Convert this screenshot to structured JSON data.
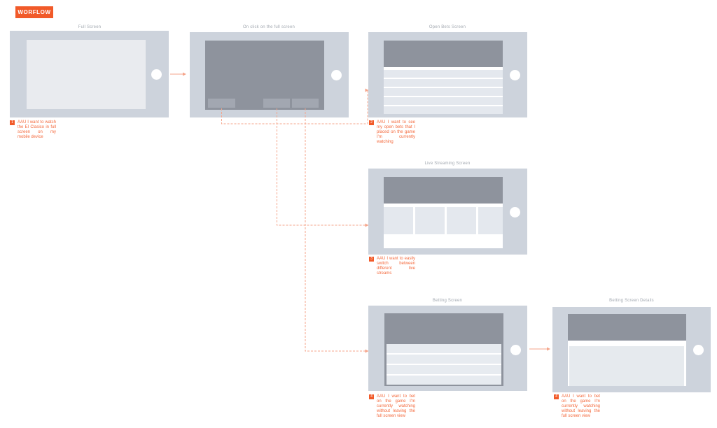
{
  "page": {
    "badge": "WORFLOW"
  },
  "colors": {
    "accent_orange": "#f15a29",
    "connector_salmon": "#f5a58b",
    "annotation_orange": "#f4693c",
    "phone_body_gray": "#cdd3dc",
    "screen_dark_gray": "#8e939d",
    "panel_light_gray": "#e4e8ee"
  },
  "screens": [
    {
      "id": "full-screen",
      "title": "Full Screen"
    },
    {
      "id": "on-click-full-screen",
      "title": "On click on the full screen"
    },
    {
      "id": "open-bets",
      "title": "Open Bets Screen"
    },
    {
      "id": "live-streaming",
      "title": "Live Streaming Screen"
    },
    {
      "id": "betting",
      "title": "Betting Screen"
    },
    {
      "id": "betting-details",
      "title": "Betting Screen Details"
    }
  ],
  "annotations": [
    {
      "num": "1",
      "text": "AAU I want to watch the El Clasico in full screen on my mobile device"
    },
    {
      "num": "2",
      "text": "AAU I want to see my open bets that I placed on the game I'm currently watching"
    },
    {
      "num": "3",
      "text": "AAU I want to easily switch between different live streams"
    },
    {
      "num": "4",
      "text": "AAU I want to bet on the game I'm currently watching without leaving the full screen view"
    },
    {
      "num": "4",
      "text": "AAU I want to bet on the game I'm currently watching without leaving the full screen view"
    }
  ]
}
